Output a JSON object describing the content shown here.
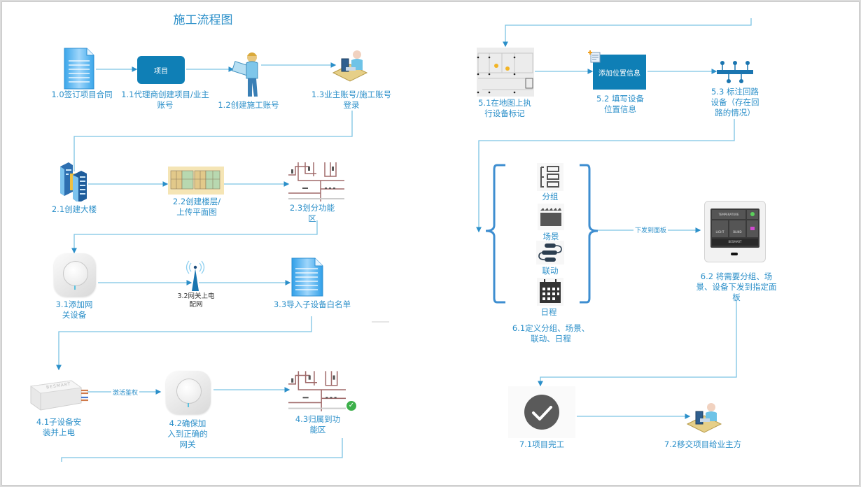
{
  "title": "施工流程图",
  "colors": {
    "accent": "#2b8fc9",
    "line": "#5ab4dc",
    "box": "#0f7fb6",
    "bracket": "#3e8ed0",
    "icon_dark": "#444444",
    "check": "#5a5a5a",
    "green": "#3db04b",
    "floorplan": "#a06a6a"
  },
  "steps": {
    "s1_0": {
      "label": "1.0签订项目合同",
      "icon": "document-icon"
    },
    "s1_1": {
      "label": "1.1代理商创建项目/业主\n账号",
      "box_text": "项目"
    },
    "s1_2": {
      "label": "1.2创建施工账号",
      "icon": "worker-with-blueprint-icon"
    },
    "s1_3": {
      "label": "1.3业主账号/施工账号\n登录",
      "icon": "user-at-computer-icon"
    },
    "s2_1": {
      "label": "2.1创建大楼",
      "icon": "building-icon"
    },
    "s2_2": {
      "label": "2.2创建楼层/\n上传平面图",
      "icon": "floor-plan-color-icon"
    },
    "s2_3": {
      "label": "2.3划分功能\n区",
      "icon": "floor-plan-icon"
    },
    "s3_1": {
      "label": "3.1添加网\n关设备",
      "icon": "gateway-icon"
    },
    "s3_2": {
      "label": "3.2网关上电\n配网",
      "icon": "antenna-icon"
    },
    "s3_3": {
      "label": "3.3导入子设备白名单",
      "icon": "document-icon"
    },
    "s4_1": {
      "label": "4.1子设备安\n装并上电",
      "icon": "sub-device-icon",
      "device_brand": "BESMART"
    },
    "s4_2": {
      "label": "4.2确保加\n入到正确的\n网关",
      "icon": "gateway-icon"
    },
    "s4_3": {
      "label": "4.3归属到功\n能区",
      "icon": "floor-plan-icon"
    },
    "s5_1": {
      "label": "5.1在地图上执\n行设备标记",
      "icon": "map-marker-icon"
    },
    "s5_2": {
      "label": "5.2 填写设备\n位置信息",
      "box_text": "添加位置信息"
    },
    "s5_3": {
      "label": "5.3 标注回路\n设备（存在回\n路的情况）",
      "icon": "bus-circuit-icon"
    },
    "s6_1": {
      "label": "6.1定义分组、场景、\n联动、日程",
      "items": [
        {
          "label": "分组",
          "icon": "group-icon"
        },
        {
          "label": "场景",
          "icon": "clapperboard-icon"
        },
        {
          "label": "联动",
          "icon": "linkage-icon"
        },
        {
          "label": "日程",
          "icon": "calendar-icon"
        }
      ]
    },
    "s6_2": {
      "label": "6.2 将需要分组、场\n景、设备下发到指定面\n板",
      "icon": "control-panel-icon",
      "panel": {
        "top": "TEMPERATURE",
        "left": "LIGHT",
        "mid": "BLIND",
        "bottom": "BESMART"
      }
    },
    "s7_1": {
      "label": "7.1项目完工",
      "icon": "check-circle-icon"
    },
    "s7_2": {
      "label": "7.2移交项目给业主方",
      "icon": "user-at-computer-icon"
    }
  },
  "edge_labels": {
    "activate": "激活鉴权",
    "push_to_panel": "下发到面板"
  }
}
